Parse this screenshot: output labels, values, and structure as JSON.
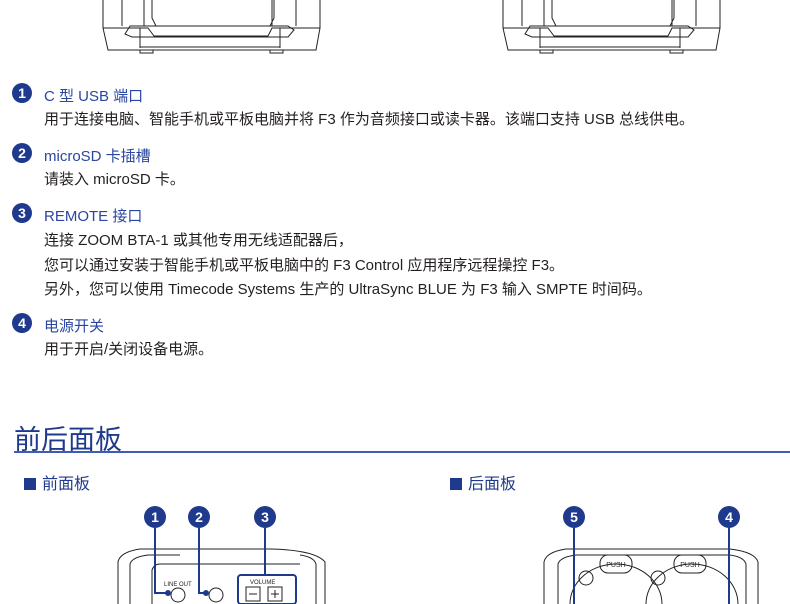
{
  "items": [
    {
      "num": "1",
      "title": "C 型 USB 端口",
      "lines": [
        "用于连接电脑、智能手机或平板电脑并将 F3 作为音频接口或读卡器。该端口支持 USB 总线供电。"
      ]
    },
    {
      "num": "2",
      "title": "microSD 卡插槽",
      "lines": [
        "请装入 microSD 卡。"
      ]
    },
    {
      "num": "3",
      "title": "REMOTE 接口",
      "lines": [
        "连接 ZOOM BTA-1 或其他专用无线适配器后，",
        "您可以通过安装于智能手机或平板电脑中的 F3 Control 应用程序远程操控 F3。",
        "另外，您可以使用 Timecode Systems 生产的 UltraSync BLUE 为 F3 输入 SMPTE 时间码。"
      ]
    },
    {
      "num": "4",
      "title": "电源开关",
      "lines": [
        "用于开启/关闭设备电源。"
      ]
    }
  ],
  "section": {
    "heading": "前后面板",
    "front": {
      "label": "前面板",
      "callouts": [
        "1",
        "2",
        "3"
      ],
      "labels": {
        "line_out": "LINE OUT",
        "volume": "VOLUME",
        "minus": "−",
        "plus": "+"
      }
    },
    "rear": {
      "label": "后面板",
      "callouts": [
        "5",
        "4"
      ],
      "labels": {
        "push": "PUSH"
      }
    }
  },
  "colors": {
    "accent": "#1f3a8c",
    "title": "#2a46a0"
  }
}
